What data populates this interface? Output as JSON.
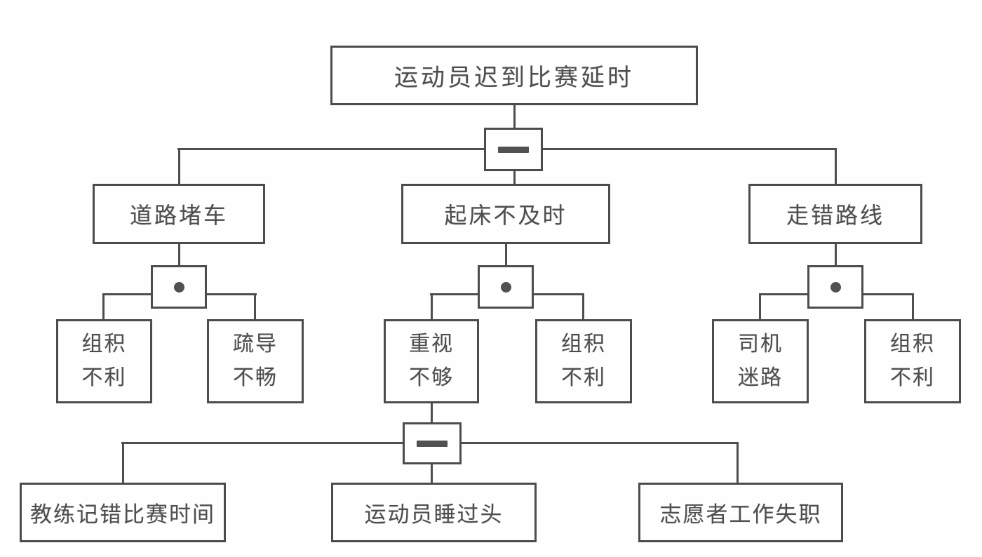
{
  "diagram": {
    "kind": "fault-tree",
    "colors": {
      "line": "#4c4c4d",
      "text": "#4e4e4f",
      "background": "#fefefe"
    },
    "tree": {
      "root": {
        "label": "运动员迟到比赛延时"
      },
      "root_gate": {
        "symbol": "−",
        "type": "minus-gate"
      },
      "branches": [
        {
          "cause": {
            "label": "道路堵车"
          },
          "gate": {
            "symbol": "●",
            "type": "dot-gate"
          },
          "children": [
            {
              "label": "组积\n不利"
            },
            {
              "label": "疏导\n不畅"
            }
          ]
        },
        {
          "cause": {
            "label": "起床不及时"
          },
          "gate": {
            "symbol": "●",
            "type": "dot-gate"
          },
          "children": [
            {
              "label": "重视\n不够"
            },
            {
              "label": "组积\n不利"
            }
          ]
        },
        {
          "cause": {
            "label": "走错路线"
          },
          "gate": {
            "symbol": "●",
            "type": "dot-gate"
          },
          "children": [
            {
              "label": "司机\n迷路"
            },
            {
              "label": "组积\n不利"
            }
          ]
        }
      ],
      "sub_tree": {
        "parent_label": "重视不够",
        "gate": {
          "symbol": "−",
          "type": "minus-gate"
        },
        "children": [
          {
            "label": "教练记错比赛时间"
          },
          {
            "label": "运动员睡过头"
          },
          {
            "label": "志愿者工作失职"
          }
        ]
      }
    }
  }
}
